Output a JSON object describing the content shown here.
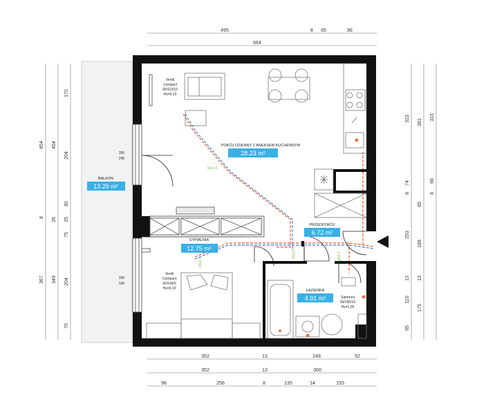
{
  "dimensions": {
    "top_row1": [
      "495",
      "8",
      "65",
      "96"
    ],
    "top_row2": [
      "664"
    ],
    "bottom_row1": [
      "352",
      "13",
      "248",
      "52"
    ],
    "bottom_row2": [
      "352",
      "13",
      "300"
    ],
    "bottom_row3": [
      "96",
      "256",
      "8",
      "135",
      "14",
      "155"
    ],
    "left_outer": [
      "454",
      "8",
      "367"
    ],
    "left_mid": [
      "454",
      "26",
      "349"
    ],
    "left_inner": [
      "170",
      "204",
      "80",
      "75",
      "204",
      "70"
    ],
    "left_inner_extra": [
      "25"
    ],
    "right_inner": [
      "315",
      "74",
      "8",
      "253",
      "13",
      "110",
      "65"
    ],
    "right_mid": [
      "381",
      "65",
      "188",
      "13",
      "175"
    ],
    "right_outer": [
      "315",
      "66",
      "8"
    ]
  },
  "rooms": {
    "living": {
      "name": "POKÓJ DZIENNY Z ANEKSEM KUCHENNYM",
      "area": "28.23 m²"
    },
    "balcony": {
      "name": "BALKON",
      "area": "13.29 m²"
    },
    "bedroom": {
      "name": "SYPIALNIA",
      "area": "12.75 m²"
    },
    "hall": {
      "name": "PRZEDPOKÓJ",
      "area": "6.72 m²"
    },
    "bath": {
      "name": "ŁAZIENKA",
      "area": "4.91 m²"
    }
  },
  "notes": {
    "window1": [
      "Ventil",
      "Compact",
      "90/110/10",
      "Hs=0,10"
    ],
    "window2": [
      "Ventil",
      "Compact",
      "60/140/6",
      "Hs=0,10"
    ],
    "bath_heater": [
      "Santorini",
      "50/150/10",
      "Hs=1,05"
    ],
    "opening1": [
      "200",
      "245"
    ],
    "opening2": [
      "200",
      "160"
    ],
    "pipe_labels": [
      "16x2,0",
      "16x2,0",
      "16x2,0",
      "16x2,0"
    ]
  },
  "colors": {
    "accent": "#3ab0e4",
    "wall": "#111111",
    "pipe_red": "#e8734a",
    "pipe_blue": "#5a8fd8",
    "pipe_green": "#7ab648"
  }
}
